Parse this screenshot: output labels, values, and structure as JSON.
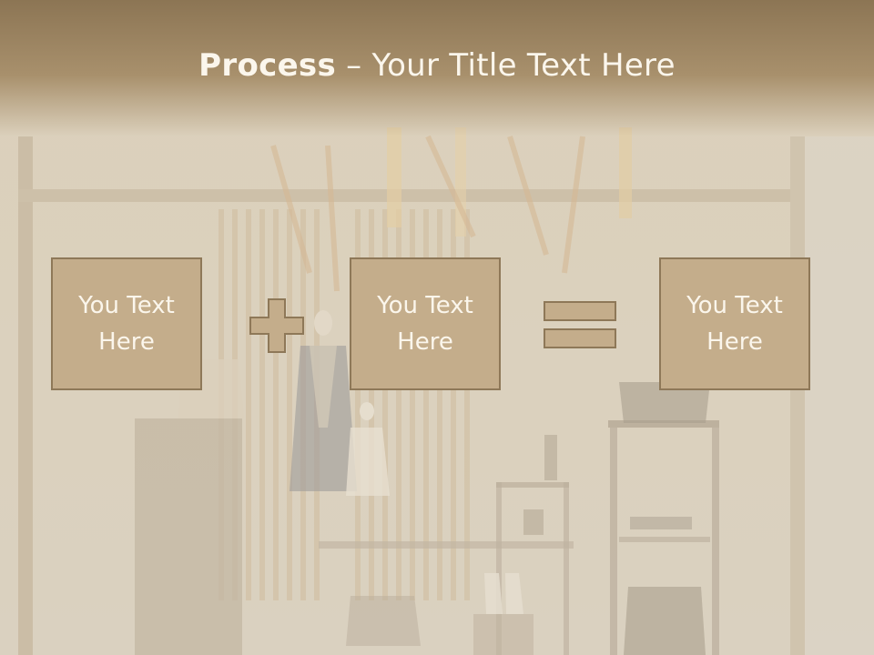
{
  "title": {
    "bold": "Process",
    "dash": " – ",
    "rest": "Your Title Text Here"
  },
  "boxes": [
    {
      "text": "You Text Here"
    },
    {
      "text": "You Text Here"
    },
    {
      "text": "You Text Here"
    }
  ],
  "icons": {
    "operator_1": "plus-icon",
    "operator_2": "equals-icon"
  },
  "colors": {
    "box_fill": "#c4ad8b",
    "box_border": "#8e7858",
    "title_band": "#8c7554",
    "text": "#fbf6ec"
  }
}
